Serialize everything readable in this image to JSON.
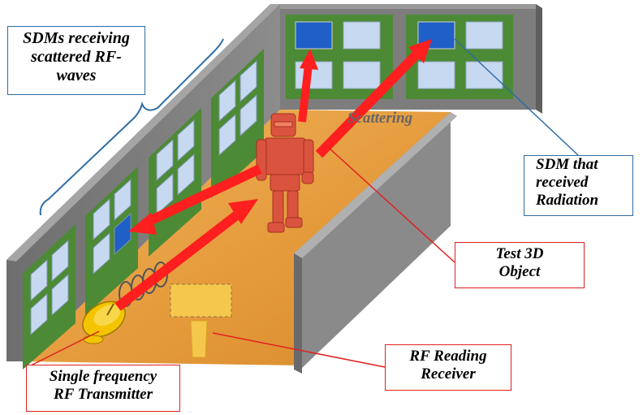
{
  "labels": {
    "sdms_receiving": [
      "SDMs receiving",
      "scattered RF-",
      "waves"
    ],
    "sdm_received": [
      "SDM that",
      "received",
      "Radiation"
    ],
    "test_object": [
      "Test 3D",
      "Object"
    ],
    "rf_receiver": [
      "RF Reading",
      "Receiver"
    ],
    "transmitter": [
      "Single frequency",
      "RF Transmitter"
    ],
    "scattering": "Scattering"
  },
  "colors": {
    "wall": "#7f7f7f",
    "wall_dark": "#5f5f5f",
    "panel": "#4c8a35",
    "sdm_idle": "#c6d9f1",
    "sdm_active": "#1f5fc8",
    "floor": "#e8a447",
    "arrow": "#ff1f1f",
    "robot": "#d9533f",
    "dish": "#f5c400",
    "receiver": "#f6c74d",
    "callout_blue": "#2e6da4",
    "callout_red": "#e02020"
  },
  "icons": {
    "robot": "robot-icon",
    "dish": "satellite-dish-icon",
    "receiver": "rf-receiver-icon"
  }
}
